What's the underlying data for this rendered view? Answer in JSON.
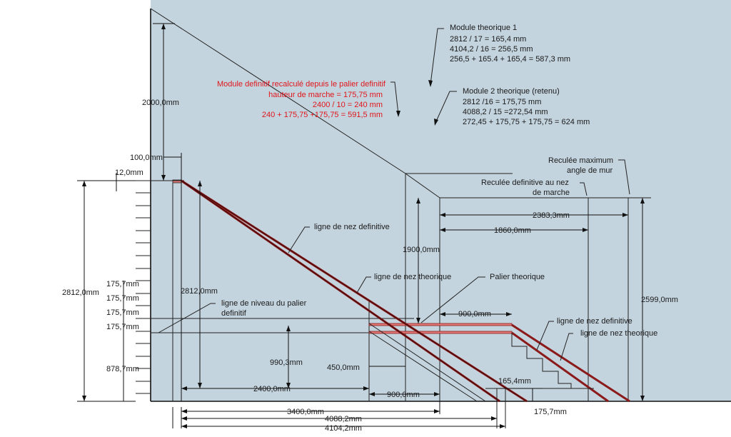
{
  "colors": {
    "sky": "#c4d4de",
    "ground": "#ffffff",
    "wall": "#111111",
    "stringer": "#8b1a1a",
    "accent_text": "#e0151b",
    "landing_fill": "#e27b78"
  },
  "notes": {
    "module1": {
      "title": "Module theorique 1",
      "line1": "2812 / 17 = 165,4 mm",
      "line2": "4104,2 / 16 = 256,5 mm",
      "line3": "256,5 + 165.4 + 165,4 = 587,3 mm"
    },
    "module2": {
      "title": "Module 2 theorique  (retenu)",
      "line1": "2812 /16 = 175,75 mm",
      "line2": "4088,2 / 15 =272,54 mm",
      "line3": "272,45 + 175,75 + 175,75 = 624 mm"
    },
    "final": {
      "title": "Module definitif recalculé depuis le  palier definitif",
      "line1": "hauteur de marche = 175,75 mm",
      "line2": "2400 / 10 = 240 mm",
      "line3": "240 + 175,75 +175,75 = 591,5 mm"
    }
  },
  "labels": {
    "recul_max": "Reculée maximum",
    "recul_max2": "angle de mur",
    "recul_def": "Reculée definitive au nez",
    "recul_def2": "de marche",
    "nez_def_1": "ligne de nez definitive",
    "nez_theo_1": "ligne de nez theorique",
    "palier_theo": "Palier theorique",
    "niveau_palier": "ligne de niveau du palier",
    "niveau_palier2": "definitif",
    "nez_def_2": "ligne de nez definitive",
    "nez_theo_2": "ligne de nez theorique"
  },
  "dims": {
    "d2000": "2000,0mm",
    "d100": "100,0mm",
    "d12": "12,0mm",
    "d2812_left": "2812,0mm",
    "d2812_inner": "2812,0mm",
    "d175a": "175,7mm",
    "d175b": "175,7mm",
    "d175c": "175,7mm",
    "d175d": "175,7mm",
    "d878": "878,7mm",
    "d990": "990,3mm",
    "d450": "450,0mm",
    "d2400": "2400,0mm",
    "d900a": "900,0mm",
    "d900b": "900,0mm",
    "d1900": "1900,0mm",
    "d2383": "2383,3mm",
    "d1860": "1860,0mm",
    "d2599": "2599,0mm",
    "d165": "165,4mm",
    "d175bottom": "175,7mm",
    "d3400": "3400,0mm",
    "d4088": "4088,2mm",
    "d4104": "4104,2mm"
  }
}
